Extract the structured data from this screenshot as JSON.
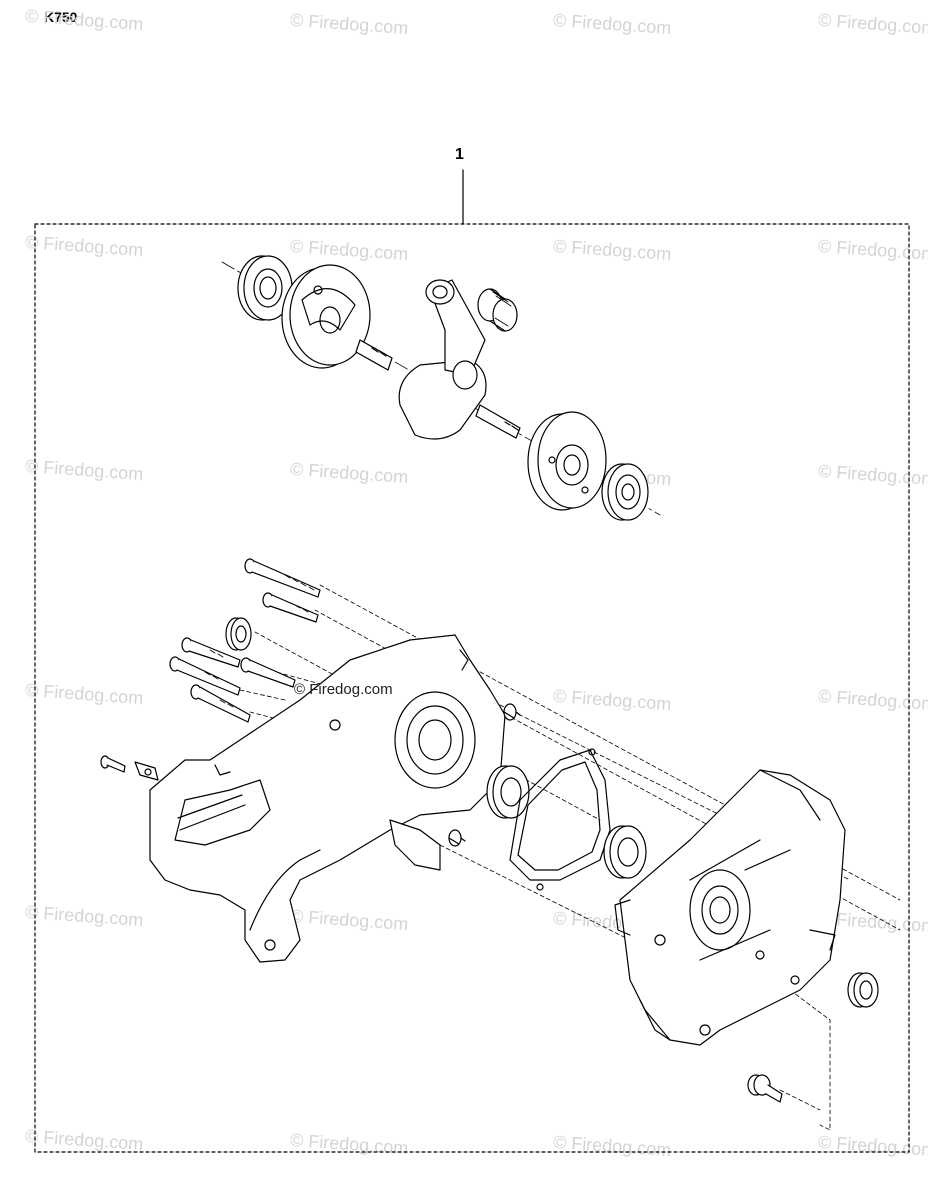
{
  "header": {
    "model": "K750"
  },
  "callout": {
    "number": "1"
  },
  "watermark": {
    "text": "© Firedog.com",
    "inline_text": "© Firedog.com"
  },
  "colors": {
    "ink": "#000000",
    "watermark": "#d4d4d4",
    "background": "#ffffff"
  }
}
